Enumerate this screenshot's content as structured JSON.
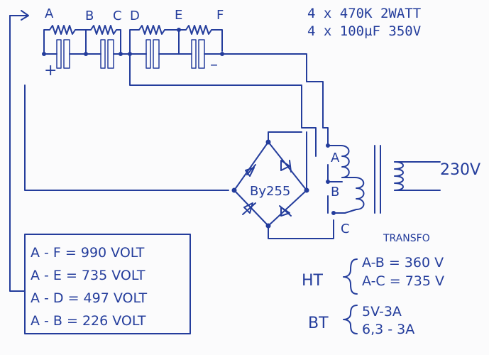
{
  "colors": {
    "ink": "#243d9c",
    "paper": "#fbfbfc"
  },
  "header": {
    "spec_resistors": "4 x 470K 2WATT",
    "spec_capacitors": "4 x 100µF 350V"
  },
  "nodes": {
    "a": "A",
    "b": "B",
    "c": "C",
    "d": "D",
    "e": "E",
    "f": "F"
  },
  "polarity": {
    "plus": "+",
    "minus": "–"
  },
  "bridge": {
    "label": "By255"
  },
  "transformer": {
    "tap_a": "A",
    "tap_b": "B",
    "tap_c": "C",
    "mains_label": "230V",
    "title": "TRANSFO"
  },
  "ht": {
    "label": "HT",
    "lines": [
      "A-B = 360 V",
      "A-C = 735 V"
    ]
  },
  "bt": {
    "label": "BT",
    "lines": [
      "5V-3A",
      "6,3 - 3A"
    ]
  },
  "voltage_table": {
    "rows": [
      "A - F = 990 VOLT",
      "A - E = 735 VOLT",
      "A - D = 497 VOLT",
      "A - B = 226 VOLT"
    ]
  }
}
